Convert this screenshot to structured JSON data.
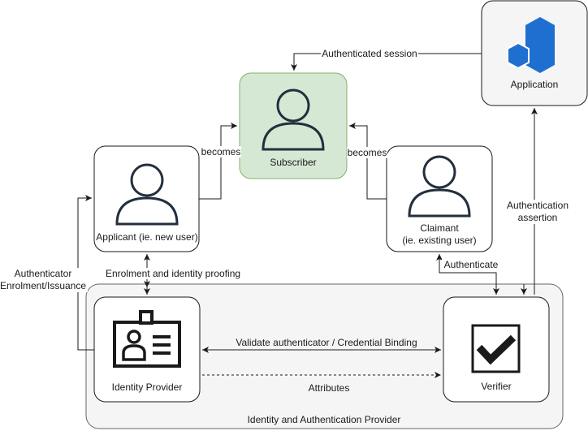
{
  "nodes": {
    "application": "Application",
    "subscriber": "Subscriber",
    "applicant": "Applicant (ie. new user)",
    "claimant_line1": "Claimant",
    "claimant_line2": "(ie. existing user)",
    "identity_provider": "Identity Provider",
    "verifier": "Verifier",
    "container": "Identity and Authentication Provider"
  },
  "edges": {
    "authenticated_session": "Authenticated session",
    "becomes_left": "becomes",
    "becomes_right": "becomes",
    "enrolment": "Enrolment and identity proofing",
    "authenticator_line1": "Authenticator",
    "authenticator_line2": "Enrolment/Issuance",
    "authenticate": "Authenticate",
    "assertion_line1": "Authentication",
    "assertion_line2": "assertion",
    "validate": "Validate authenticator / Credential Binding",
    "attributes": "Attributes"
  },
  "colors": {
    "node_fill": "#ffffff",
    "node_stroke": "#1a1a1a",
    "subscriber_fill": "#d5e8d4",
    "subscriber_stroke": "#82b366",
    "container_fill": "#f5f5f5",
    "container_stroke": "#666666",
    "app_fill": "#f5f5f5",
    "app_icon": "#1f6fd1",
    "person_icon": "#232f3e"
  }
}
